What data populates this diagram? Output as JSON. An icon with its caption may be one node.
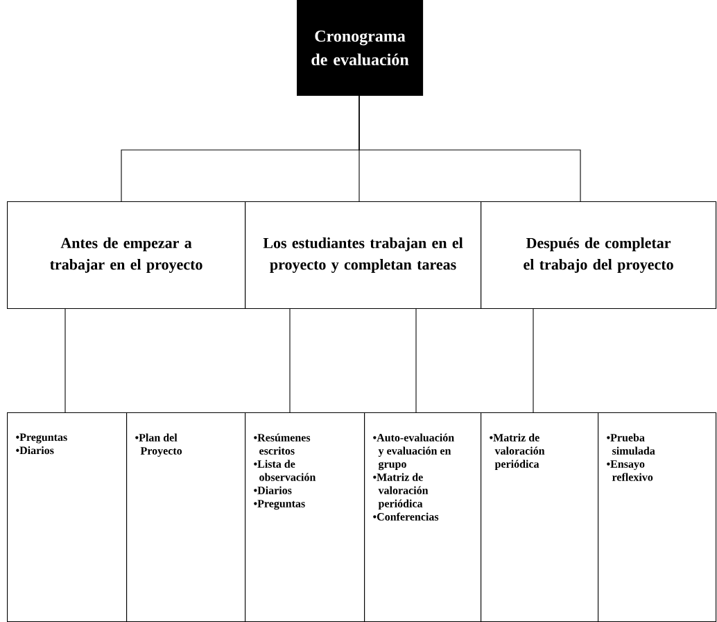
{
  "diagram": {
    "nodes": [
      {
        "text": [
          "Cronograma de evaluación"
        ]
      },
      {
        "text": [
          "Antes de empezar a trabajar en el proyecto"
        ]
      },
      {
        "text": [
          "Los estudiantes trabajan en el proyecto y completan tareas"
        ]
      },
      {
        "text": [
          "Después de completar el trabajo del proyecto"
        ]
      },
      {
        "text": [
          "•Preguntas",
          "•Diarios"
        ]
      },
      {
        "text": [
          "•Plan del Proyecto"
        ]
      },
      {
        "text": [
          "•Resúmenes escritos",
          "•Lista de observación",
          "•Diarios",
          "•Preguntas"
        ]
      },
      {
        "text": [
          "•Auto-evaluación y evaluación en grupo",
          "•Matriz de valoración periódica",
          "•Conferencias"
        ]
      },
      {
        "text": [
          "•Matriz de valoración periódica"
        ]
      },
      {
        "text": [
          "•Prueba simulada",
          "•Ensayo reflexivo"
        ]
      }
    ],
    "edges": [
      {
        "from": 0,
        "to": 1,
        "arrow": "none"
      },
      {
        "from": 0,
        "to": 2,
        "arrow": "none"
      },
      {
        "from": 0,
        "to": 3,
        "arrow": "none"
      },
      {
        "from": 1,
        "to": 4,
        "arrow": "none"
      },
      {
        "from": 2,
        "to": 6,
        "arrow": "none"
      },
      {
        "from": 2,
        "to": 7,
        "arrow": "none"
      },
      {
        "from": 3,
        "to": 8,
        "arrow": "none"
      }
    ]
  }
}
